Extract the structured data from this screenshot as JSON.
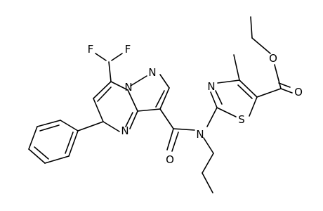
{
  "molecule": {
    "atoms": [
      {
        "id": "F1",
        "label": "F"
      },
      {
        "id": "F2",
        "label": "F"
      },
      {
        "id": "N1",
        "label": "N"
      },
      {
        "id": "N2",
        "label": "N"
      },
      {
        "id": "N4",
        "label": "N"
      },
      {
        "id": "N5",
        "label": "N"
      },
      {
        "id": "N6",
        "label": "N"
      },
      {
        "id": "S1",
        "label": "S"
      },
      {
        "id": "O1",
        "label": "O"
      },
      {
        "id": "O2",
        "label": "O"
      },
      {
        "id": "O3",
        "label": "O"
      }
    ]
  }
}
